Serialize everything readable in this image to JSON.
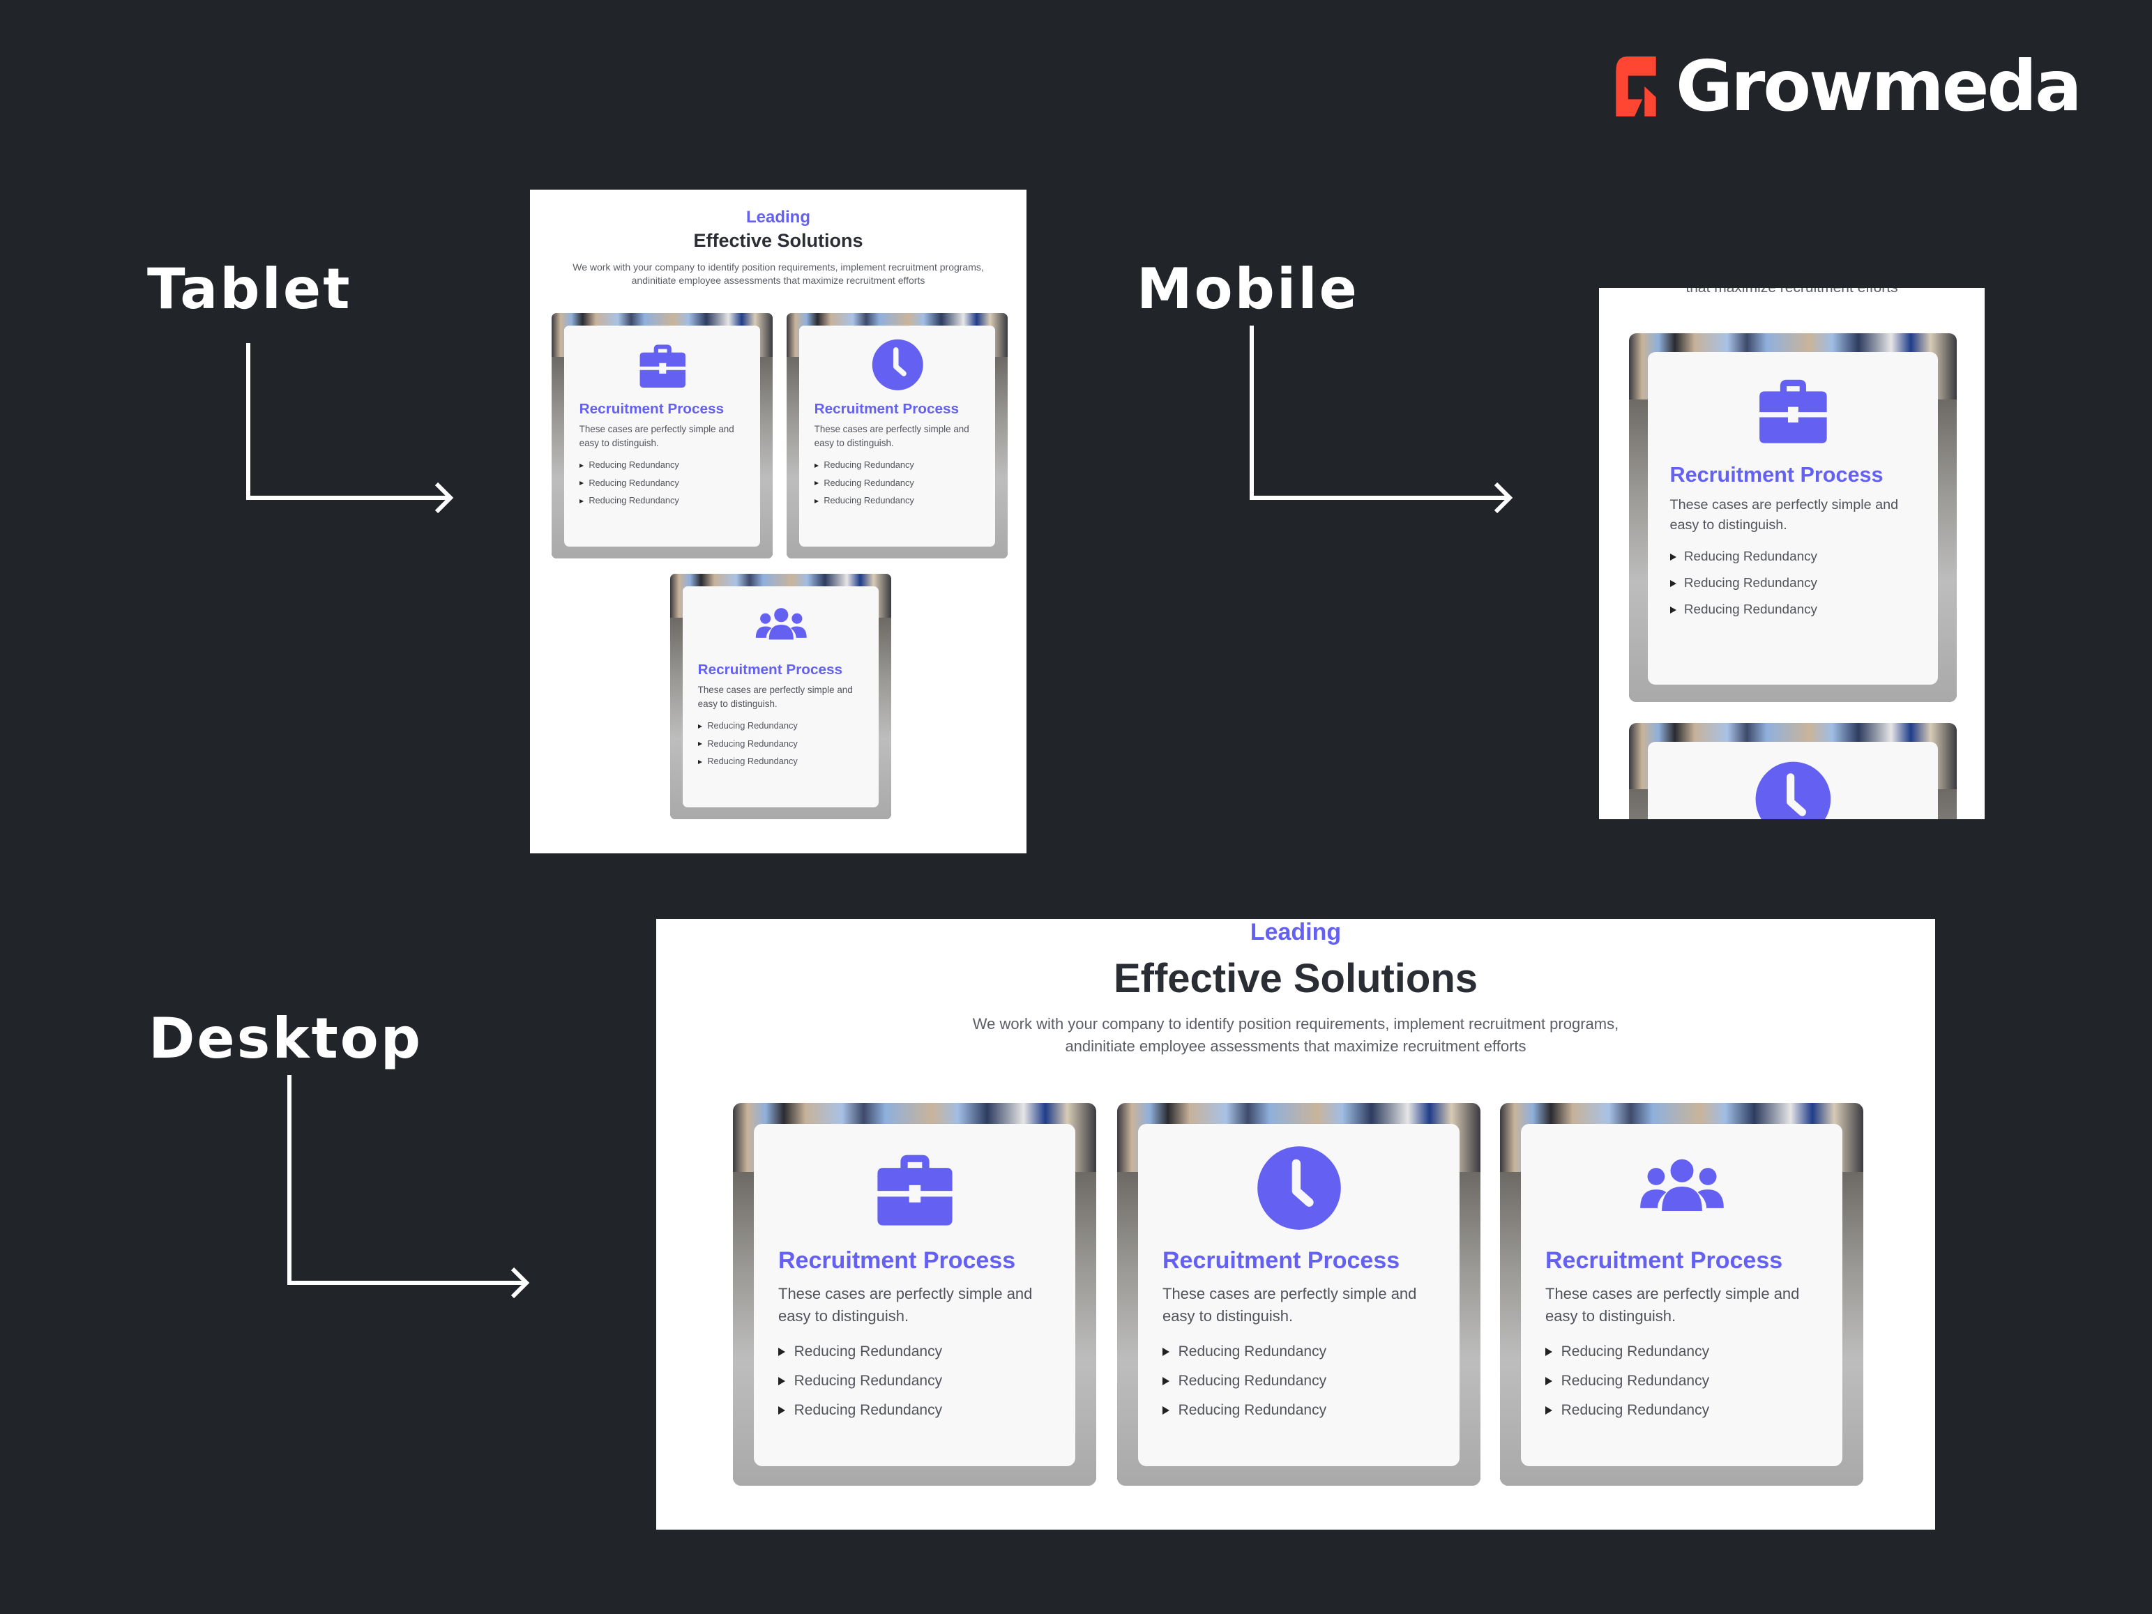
{
  "brand": {
    "name": "Growmeda",
    "accent": "#ff4633"
  },
  "labels": {
    "tablet": "Tablet",
    "mobile": "Mobile",
    "desktop": "Desktop"
  },
  "colors": {
    "background": "#212429",
    "primary": "#6461f2",
    "heading": "#2a2d34"
  },
  "tablet": {
    "leading": "Leading",
    "title": "Effective Solutions",
    "subtitle_1": "We work with your company to identify position requirements, implement recruitment programs,",
    "subtitle_2": "andinitiate employee assessments that maximize recruitment efforts",
    "cards": [
      {
        "icon": "briefcase-icon",
        "title": "Recruitment Process",
        "desc": "These cases are perfectly simple and easy to distinguish.",
        "bullets": [
          "Reducing Redundancy",
          "Reducing Redundancy",
          "Reducing Redundancy"
        ]
      },
      {
        "icon": "clock-icon",
        "title": "Recruitment Process",
        "desc": "These cases are perfectly simple and easy to distinguish.",
        "bullets": [
          "Reducing Redundancy",
          "Reducing Redundancy",
          "Reducing Redundancy"
        ]
      },
      {
        "icon": "users-icon",
        "title": "Recruitment Process",
        "desc": "These cases are perfectly simple and easy to distinguish.",
        "bullets": [
          "Reducing Redundancy",
          "Reducing Redundancy",
          "Reducing Redundancy"
        ]
      }
    ]
  },
  "mobile": {
    "subtitle_partial": "that maximize recruitment efforts",
    "cards": [
      {
        "icon": "briefcase-icon",
        "title": "Recruitment Process",
        "desc": "These cases are perfectly simple and easy to distinguish.",
        "bullets": [
          "Reducing Redundancy",
          "Reducing Redundancy",
          "Reducing Redundancy"
        ]
      },
      {
        "icon": "clock-icon"
      }
    ]
  },
  "desktop": {
    "leading": "Leading",
    "title": "Effective Solutions",
    "subtitle_1": "We work with your company to identify position requirements, implement recruitment programs,",
    "subtitle_2": "andinitiate employee assessments that maximize recruitment efforts",
    "cards": [
      {
        "icon": "briefcase-icon",
        "title": "Recruitment Process",
        "desc": "These cases are perfectly simple and easy to distinguish.",
        "bullets": [
          "Reducing Redundancy",
          "Reducing Redundancy",
          "Reducing Redundancy"
        ]
      },
      {
        "icon": "clock-icon",
        "title": "Recruitment Process",
        "desc": "These cases are perfectly simple and easy to distinguish.",
        "bullets": [
          "Reducing Redundancy",
          "Reducing Redundancy",
          "Reducing Redundancy"
        ]
      },
      {
        "icon": "users-icon",
        "title": "Recruitment Process",
        "desc": "These cases are perfectly simple and easy to distinguish.",
        "bullets": [
          "Reducing Redundancy",
          "Reducing Redundancy",
          "Reducing Redundancy"
        ]
      }
    ]
  }
}
